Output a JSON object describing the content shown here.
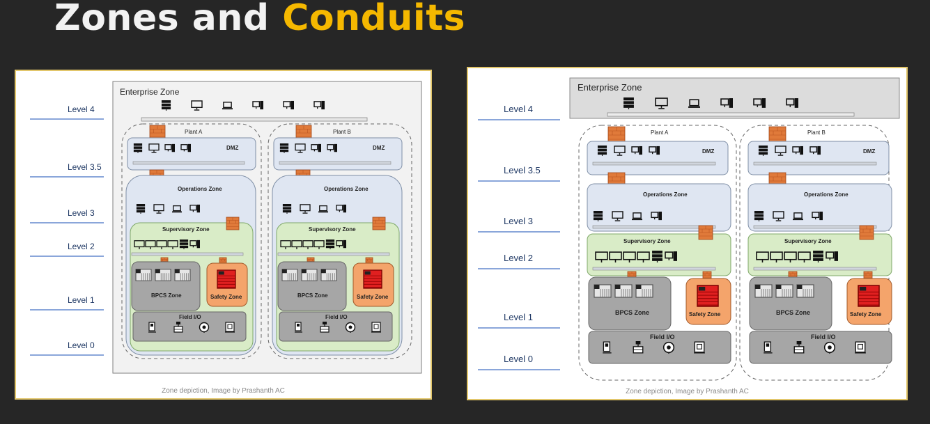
{
  "title": {
    "main": "Zones and",
    "accent": "Conduits"
  },
  "colors": {
    "background": "#262626",
    "title_accent": "#f5b800",
    "panel_border": "#e2c66a",
    "firewall": "#e07a3a",
    "supervisory": "#d9ecc7",
    "operations": "#dfe6f2",
    "bpcs": "#a6a6a6",
    "safety": "#f4a46b",
    "safety_device": "#e02020",
    "field": "#a6a6a6",
    "level_line": "#4472c4"
  },
  "levels": [
    "Level 4",
    "Level 3.5",
    "Level 3",
    "Level 2",
    "Level 1",
    "Level 0"
  ],
  "zones": {
    "enterprise": "Enterprise Zone",
    "plant_a": "Plant A",
    "plant_b": "Plant B",
    "dmz": "DMZ",
    "operations": "Operations Zone",
    "supervisory": "Supervisory Zone",
    "bpcs": "BPCS Zone",
    "safety": "Safety Zone",
    "field": "Field I/O"
  },
  "caption": "Zone depiction, Image by Prashanth AC",
  "icons": {
    "enterprise": [
      "server-icon",
      "monitor-icon",
      "laptop-icon",
      "workstation-icon",
      "workstation-icon",
      "workstation-icon"
    ],
    "dmz": [
      "server-icon",
      "monitor-icon",
      "workstation-icon",
      "workstation-icon"
    ],
    "operations": [
      "server-icon",
      "monitor-icon",
      "laptop-icon",
      "workstation-icon"
    ],
    "supervisory": [
      "hmi-panel-icon",
      "hmi-panel-icon",
      "hmi-panel-icon",
      "hmi-panel-icon",
      "server-icon",
      "workstation-icon"
    ],
    "bpcs": [
      "plc-rack-icon",
      "plc-rack-icon",
      "plc-rack-icon"
    ],
    "safety": [
      "safety-controller-icon"
    ],
    "field": [
      "transmitter-icon",
      "valve-icon",
      "gauge-icon",
      "sensor-icon"
    ]
  }
}
